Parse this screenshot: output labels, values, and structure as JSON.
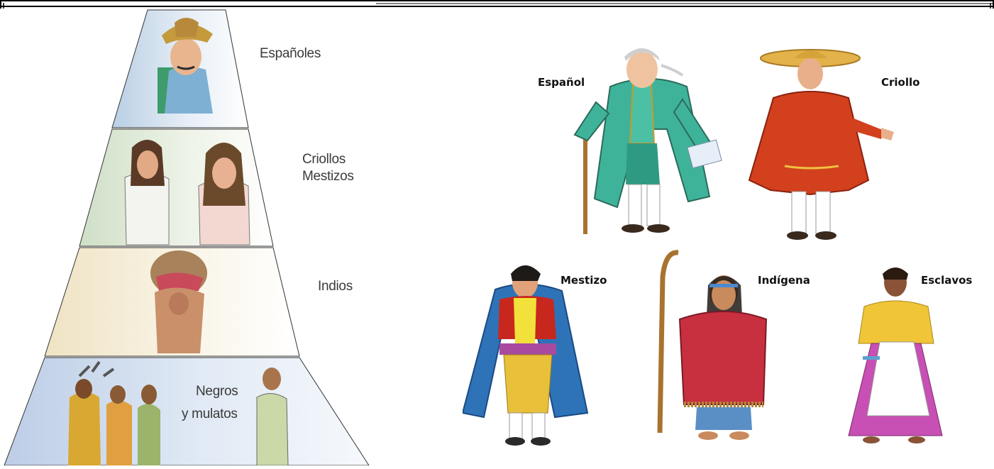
{
  "pyramid": {
    "tiers": [
      {
        "label_lines": [
          "Españoles"
        ],
        "color": "#cfe0ee"
      },
      {
        "label_lines": [
          "Criollos",
          "Mestizos"
        ],
        "color": "#dde8d6"
      },
      {
        "label_lines": [
          "Indios"
        ],
        "color": "#f4edd8"
      },
      {
        "label_lines": [
          "Negros",
          "y mulatos"
        ],
        "color": "#cfdcee"
      }
    ]
  },
  "figures": [
    {
      "label": "Español",
      "icon": "spaniard-figure-icon",
      "colors": {
        "coat": "#3fb39a",
        "trim": "#c99a2a"
      }
    },
    {
      "label": "Criollo",
      "icon": "criollo-figure-icon",
      "colors": {
        "coat": "#d2401e",
        "hat": "#e3b24a"
      }
    },
    {
      "label": "Mestizo",
      "icon": "mestizo-figure-icon",
      "colors": {
        "cape": "#2e73b8",
        "coat": "#c8271e"
      }
    },
    {
      "label": "Indígena",
      "icon": "indigenous-figure-icon",
      "colors": {
        "poncho": "#c8303f",
        "pants": "#5a8fc6"
      }
    },
    {
      "label": "Esclavos",
      "icon": "slave-figure-icon",
      "colors": {
        "blouse": "#f0c638",
        "skirt": "#c84fb4"
      }
    }
  ]
}
